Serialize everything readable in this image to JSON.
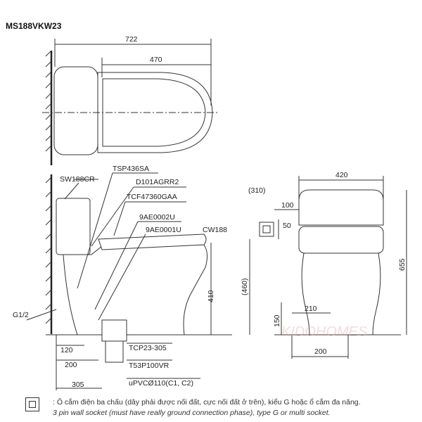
{
  "title": "MS188VKW23",
  "top_view": {
    "dim_total": "722",
    "dim_seat": "470"
  },
  "side_view": {
    "labels": [
      "SW188CR",
      "TSP436SA",
      "D101AGRR2",
      "TCF47360GAA",
      "9AE0002U",
      "9AE0001U",
      "CW188"
    ],
    "dim_height": "410",
    "dim_g": "G1/2",
    "dims_bottom": [
      "120",
      "200",
      "305"
    ],
    "parts_bottom": [
      "TCP23-305",
      "T53P100VR",
      "uPVCØ110(C1, C2)"
    ]
  },
  "front_view": {
    "dim_width": "420",
    "dim_310": "(310)",
    "dim_100": "100",
    "dim_50": "50",
    "dim_460": "(460)",
    "dim_655": "655",
    "dim_210": "210",
    "dim_150": "150",
    "dim_200": "200"
  },
  "watermark": "KIDOHOMES",
  "legend": {
    "icon": "wall-socket-icon",
    "vi": ": Ô cắm điện ba chấu (dây phải được nối đất, cực nối đất ở trên), kiểu G hoặc ổ cắm đa năng.",
    "en": "3 pin wall socket (must have really ground connection phase), type G or multi socket."
  }
}
